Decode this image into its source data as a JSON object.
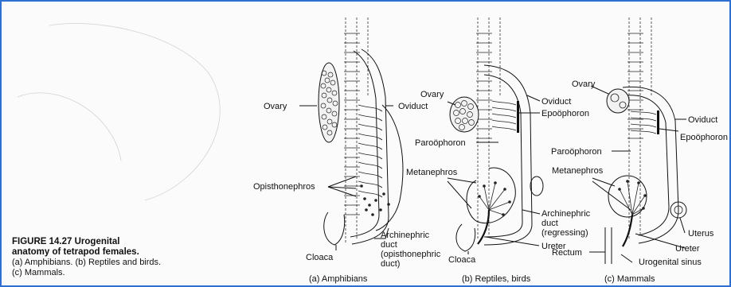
{
  "caption": {
    "title_line1": "FIGURE 14.27  Urogenital",
    "title_line2": "anatomy of tetrapod females.",
    "line3": "(a) Amphibians. (b) Reptiles and birds.",
    "line4": "(c) Mammals."
  },
  "panel_a": {
    "caption": "(a) Amphibians",
    "ovary": "Ovary",
    "oviduct": "Oviduct",
    "opisthonephros": "Opisthonephros",
    "cloaca": "Cloaca",
    "duct_line1": "Archinephric",
    "duct_line2": "duct",
    "duct_line3": "(opisthonephric",
    "duct_line4": "duct)"
  },
  "panel_b": {
    "caption": "(b) Reptiles, birds",
    "ovary": "Ovary",
    "oviduct": "Oviduct",
    "epoophoron": "Epoöphoron",
    "paroophoron": "Paroöphoron",
    "metanephros": "Metanephros",
    "duct_line1": "Archinephric",
    "duct_line2": "duct",
    "duct_line3": "(regressing)",
    "ureter": "Ureter",
    "cloaca": "Cloaca"
  },
  "panel_c": {
    "caption": "(c) Mammals",
    "ovary": "Ovary",
    "oviduct": "Oviduct",
    "epoophoron": "Epoöphoron",
    "paroophoron": "Paroöphoron",
    "metanephros": "Metanephros",
    "uterus": "Uterus",
    "ureter": "Ureter",
    "rectum": "Rectum",
    "urogenital_sinus": "Urogenital sinus"
  }
}
